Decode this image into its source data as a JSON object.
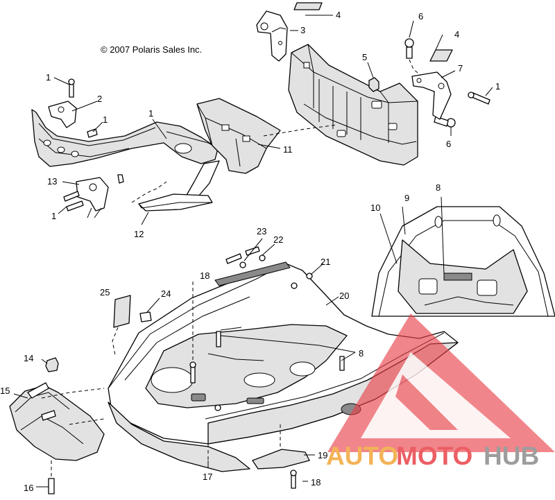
{
  "copyright": "© 2007 Polaris Sales Inc.",
  "callouts": {
    "c1a": "1",
    "c1b": "1",
    "c1c": "1",
    "c1d": "1",
    "c1e": "1",
    "c2": "2",
    "c3": "3",
    "c4a": "4",
    "c4b": "4",
    "c5": "5",
    "c6a": "6",
    "c6b": "6",
    "c7": "7",
    "c8a": "8",
    "c8b": "8",
    "c9": "9",
    "c10": "10",
    "c11": "11",
    "c12": "12",
    "c13": "13",
    "c14": "14",
    "c15": "15",
    "c16": "16",
    "c17": "17",
    "c18a": "18",
    "c18b": "18",
    "c19": "19",
    "c20": "20",
    "c21": "21",
    "c22": "22",
    "c23": "23",
    "c24": "24",
    "c25": "25"
  },
  "watermark": {
    "word1": "AUTO",
    "word2": "MOTO",
    "word3": "HUB",
    "color_primary": "#e8424a",
    "color_secondary": "#f2a63a",
    "color_tertiary": "#8c8c8c"
  }
}
